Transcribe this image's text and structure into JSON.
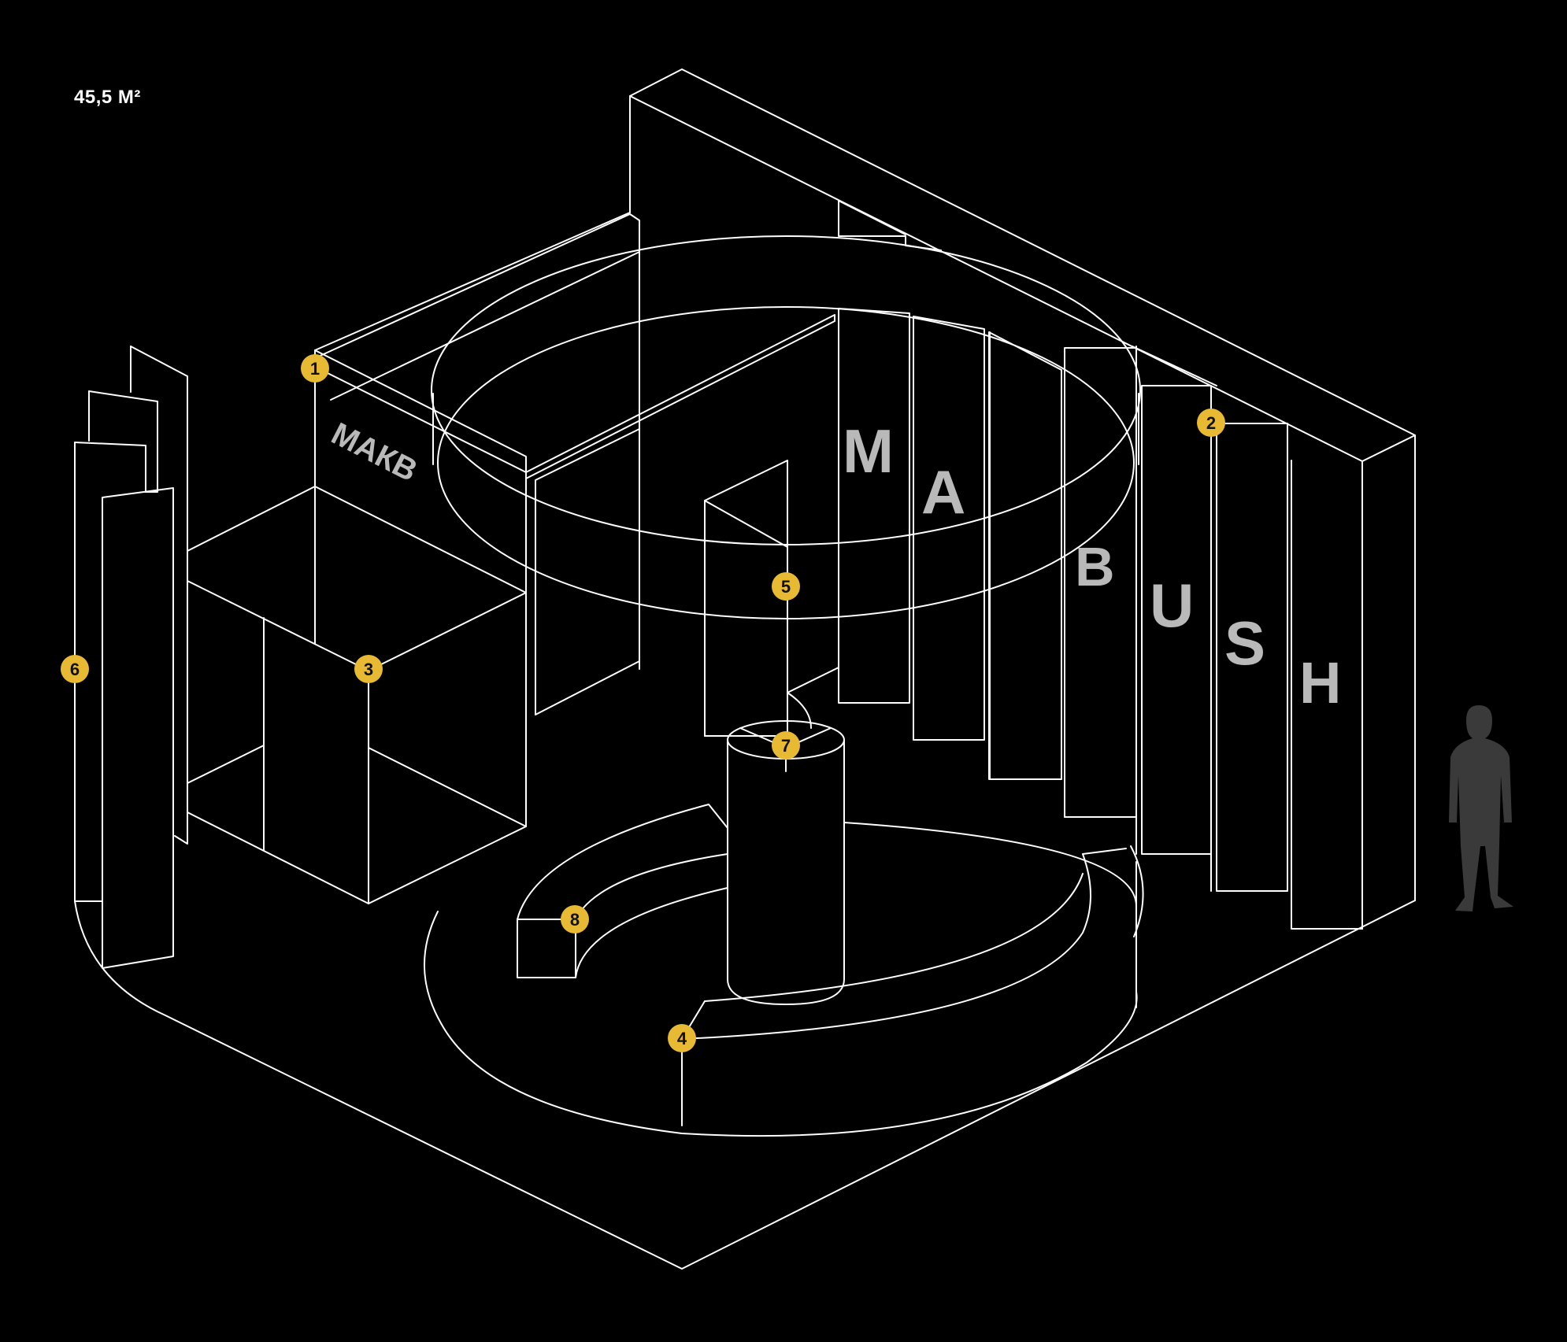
{
  "area": "45,5 M²",
  "brand": {
    "side_text": "МАКВ",
    "letters": [
      "M",
      "A",
      "B",
      "U",
      "S",
      "H"
    ]
  },
  "markers": [
    "1",
    "2",
    "3",
    "4",
    "5",
    "6",
    "7",
    "8"
  ],
  "colors": {
    "background": "#000000",
    "lines": "#ffffff",
    "marker": "#e8b932",
    "marker_text": "#111111",
    "brand_letters": "#b9b9b9",
    "person": "#3a3a3a"
  }
}
